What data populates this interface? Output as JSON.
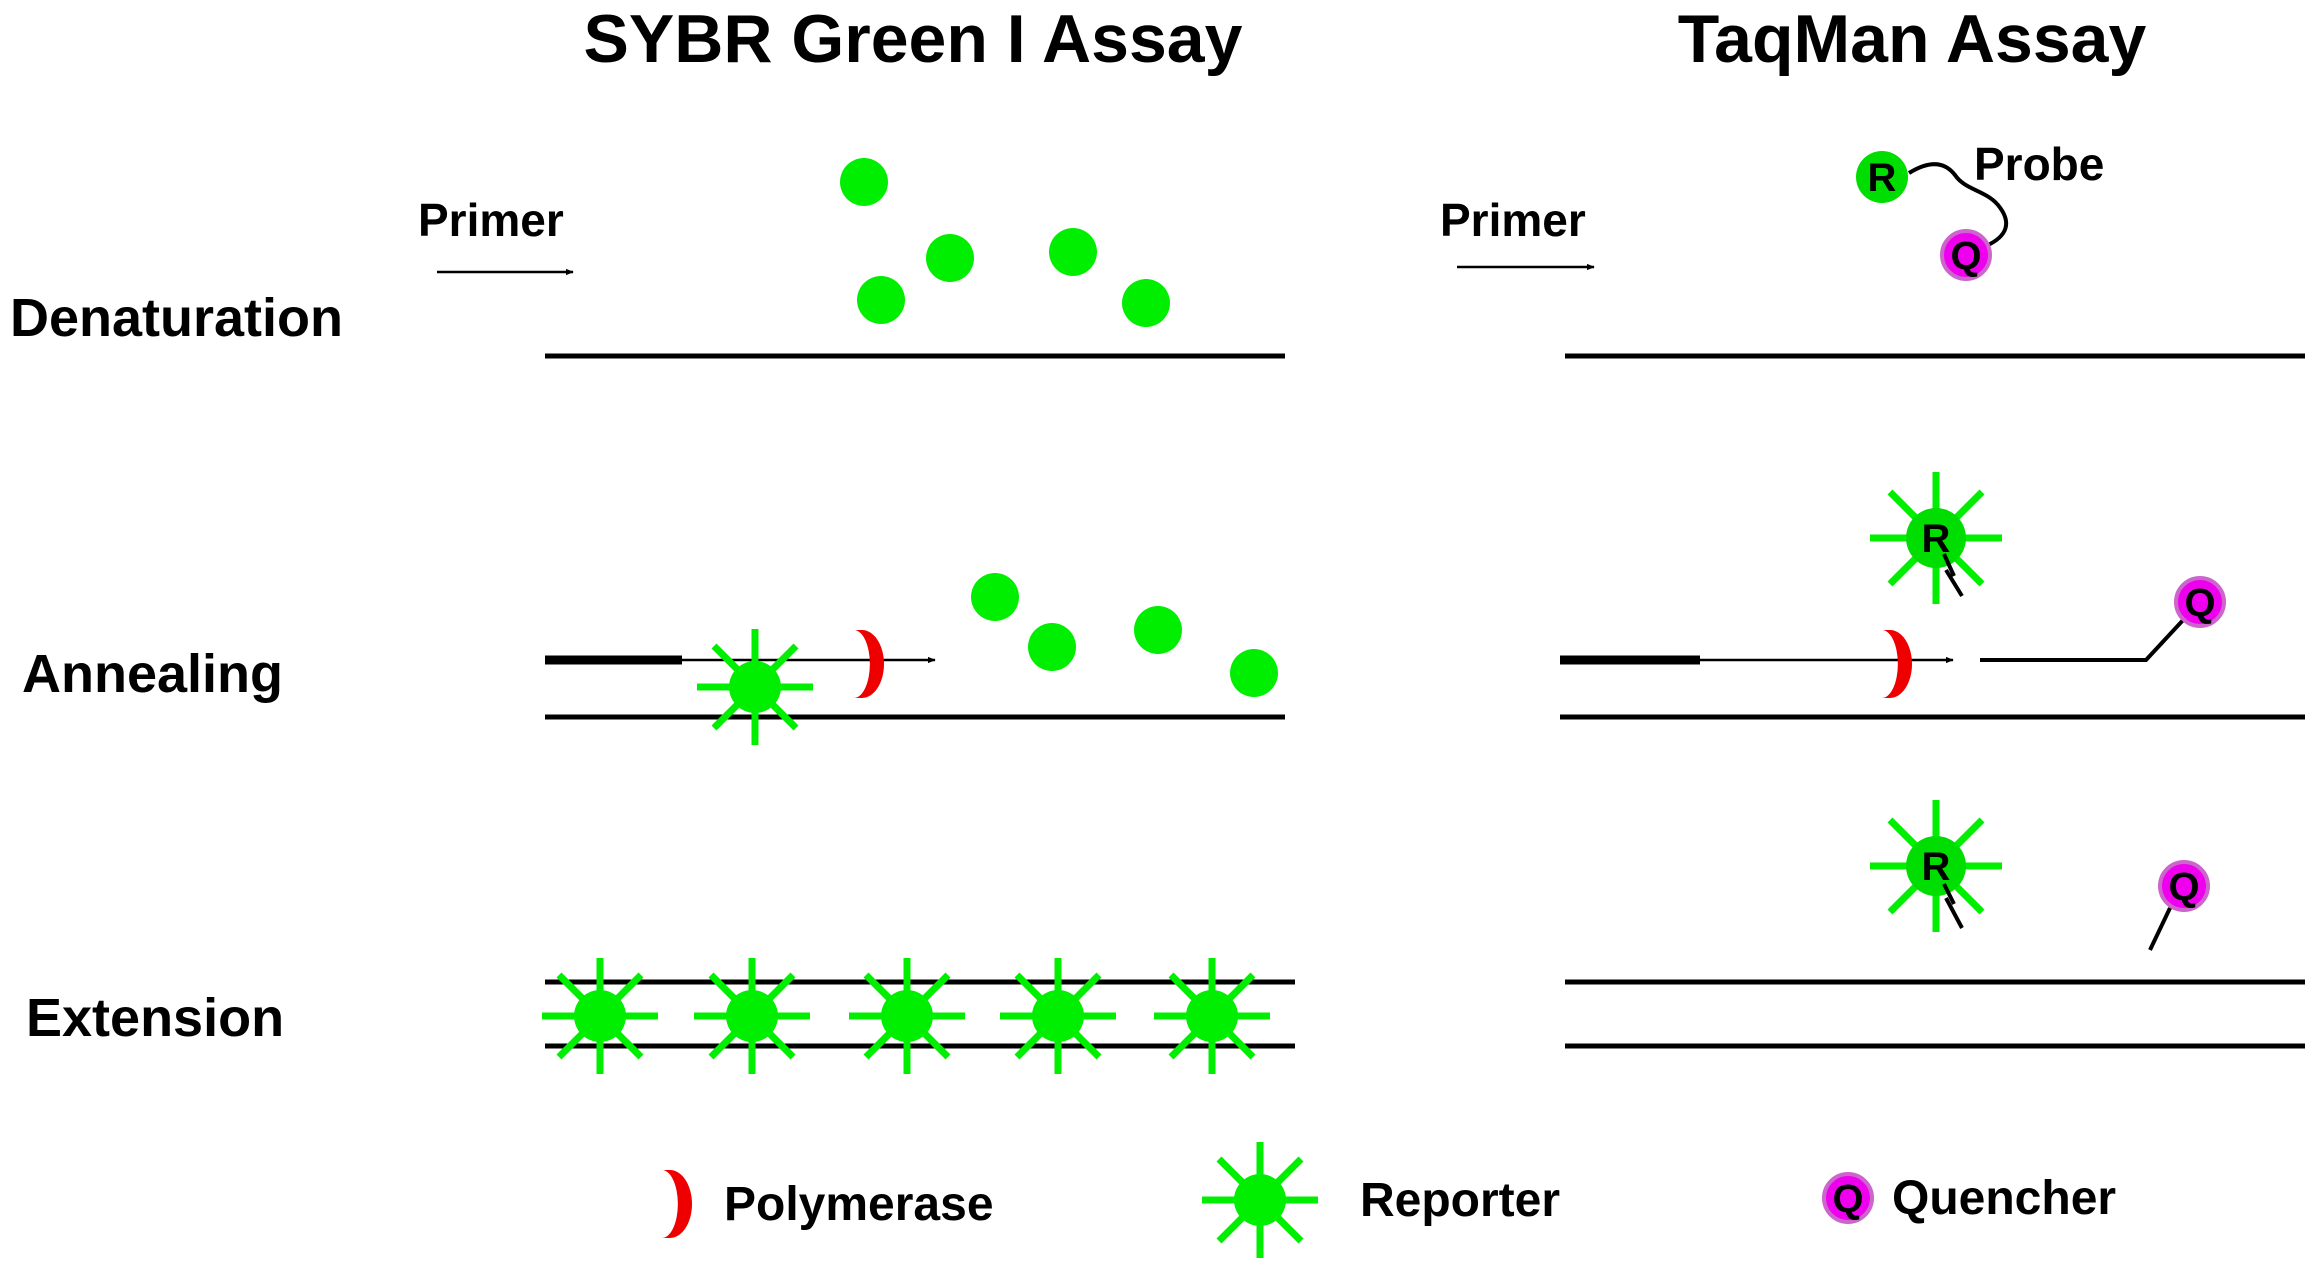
{
  "titles": {
    "sybr": "SYBR Green I Assay",
    "taqman": "TaqMan Assay"
  },
  "rows": {
    "denaturation": "Denaturation",
    "annealing": "Annealing",
    "extension": "Extension"
  },
  "labels": {
    "primer_left": "Primer",
    "primer_right": "Primer",
    "probe": "Probe"
  },
  "markers": {
    "reporter": "R",
    "quencher": "Q"
  },
  "legend": {
    "polymerase": "Polymerase",
    "reporter": "Reporter",
    "quencher": "Quencher"
  },
  "colors": {
    "dye_green": "#00ee00",
    "reporter_green": "#00dd00",
    "polymerase_red": "#ee0000",
    "quencher_magenta": "#ee00ee",
    "line": "#000000"
  }
}
